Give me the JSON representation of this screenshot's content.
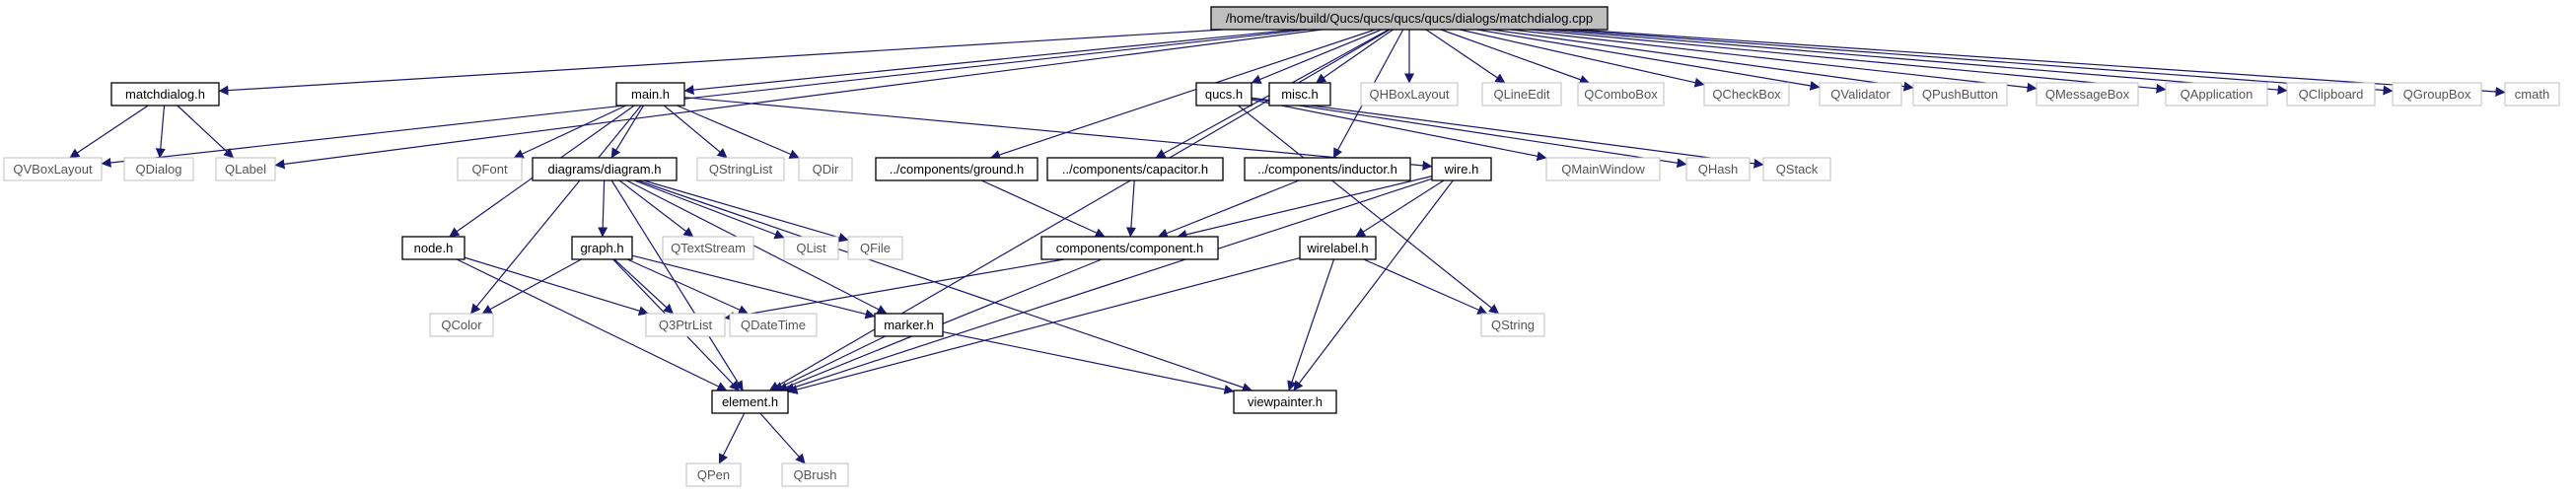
{
  "diagram": {
    "colors": {
      "edge": "#191970",
      "node_border_project": "#000000",
      "node_border_external": "#bfbfbf",
      "node_text_external": "#555555",
      "root_fill": "#bfbfbf",
      "background": "#ffffff"
    },
    "nodes": [
      {
        "id": "root",
        "label": "/home/travis/build/Qucs/qucs/qucs/qucs/dialogs/matchdialog.cpp",
        "kind": "root"
      },
      {
        "id": "matchdialog_h",
        "label": "matchdialog.h",
        "kind": "project"
      },
      {
        "id": "main_h",
        "label": "main.h",
        "kind": "project"
      },
      {
        "id": "qucs_h",
        "label": "qucs.h",
        "kind": "project"
      },
      {
        "id": "misc_h",
        "label": "misc.h",
        "kind": "project"
      },
      {
        "id": "QHBoxLayout",
        "label": "QHBoxLayout",
        "kind": "external"
      },
      {
        "id": "QLineEdit",
        "label": "QLineEdit",
        "kind": "external"
      },
      {
        "id": "QComboBox",
        "label": "QComboBox",
        "kind": "external"
      },
      {
        "id": "QCheckBox",
        "label": "QCheckBox",
        "kind": "external"
      },
      {
        "id": "QValidator",
        "label": "QValidator",
        "kind": "external"
      },
      {
        "id": "QPushButton",
        "label": "QPushButton",
        "kind": "external"
      },
      {
        "id": "QMessageBox",
        "label": "QMessageBox",
        "kind": "external"
      },
      {
        "id": "QApplication",
        "label": "QApplication",
        "kind": "external"
      },
      {
        "id": "QClipboard",
        "label": "QClipboard",
        "kind": "external"
      },
      {
        "id": "QGroupBox",
        "label": "QGroupBox",
        "kind": "external"
      },
      {
        "id": "cmath",
        "label": "cmath",
        "kind": "external"
      },
      {
        "id": "QVBoxLayout",
        "label": "QVBoxLayout",
        "kind": "external"
      },
      {
        "id": "QDialog",
        "label": "QDialog",
        "kind": "external"
      },
      {
        "id": "QLabel",
        "label": "QLabel",
        "kind": "external"
      },
      {
        "id": "QFont",
        "label": "QFont",
        "kind": "external"
      },
      {
        "id": "diagram_h",
        "label": "diagrams/diagram.h",
        "kind": "project"
      },
      {
        "id": "QStringList",
        "label": "QStringList",
        "kind": "external"
      },
      {
        "id": "QDir",
        "label": "QDir",
        "kind": "external"
      },
      {
        "id": "ground_h",
        "label": "../components/ground.h",
        "kind": "project"
      },
      {
        "id": "capacitor_h",
        "label": "../components/capacitor.h",
        "kind": "project"
      },
      {
        "id": "inductor_h",
        "label": "../components/inductor.h",
        "kind": "project"
      },
      {
        "id": "wire_h",
        "label": "wire.h",
        "kind": "project"
      },
      {
        "id": "QMainWindow",
        "label": "QMainWindow",
        "kind": "external"
      },
      {
        "id": "QHash",
        "label": "QHash",
        "kind": "external"
      },
      {
        "id": "QStack",
        "label": "QStack",
        "kind": "external"
      },
      {
        "id": "node_h",
        "label": "node.h",
        "kind": "project"
      },
      {
        "id": "graph_h",
        "label": "graph.h",
        "kind": "project"
      },
      {
        "id": "QTextStream",
        "label": "QTextStream",
        "kind": "external"
      },
      {
        "id": "QList",
        "label": "QList",
        "kind": "external"
      },
      {
        "id": "QFile",
        "label": "QFile",
        "kind": "external"
      },
      {
        "id": "component_h",
        "label": "components/component.h",
        "kind": "project"
      },
      {
        "id": "wirelabel_h",
        "label": "wirelabel.h",
        "kind": "project"
      },
      {
        "id": "QColor",
        "label": "QColor",
        "kind": "external"
      },
      {
        "id": "Q3PtrList",
        "label": "Q3PtrList",
        "kind": "external"
      },
      {
        "id": "QDateTime",
        "label": "QDateTime",
        "kind": "external"
      },
      {
        "id": "marker_h",
        "label": "marker.h",
        "kind": "project"
      },
      {
        "id": "QString",
        "label": "QString",
        "kind": "external"
      },
      {
        "id": "element_h",
        "label": "element.h",
        "kind": "project"
      },
      {
        "id": "viewpainter_h",
        "label": "viewpainter.h",
        "kind": "project"
      },
      {
        "id": "QPen",
        "label": "QPen",
        "kind": "external"
      },
      {
        "id": "QBrush",
        "label": "QBrush",
        "kind": "external"
      }
    ],
    "edges": [
      [
        "root",
        "matchdialog_h"
      ],
      [
        "root",
        "QVBoxLayout"
      ],
      [
        "root",
        "QLabel"
      ],
      [
        "root",
        "main_h"
      ],
      [
        "root",
        "element_h"
      ],
      [
        "root",
        "ground_h"
      ],
      [
        "root",
        "capacitor_h"
      ],
      [
        "root",
        "inductor_h"
      ],
      [
        "root",
        "qucs_h"
      ],
      [
        "root",
        "misc_h"
      ],
      [
        "root",
        "QHBoxLayout"
      ],
      [
        "root",
        "QLineEdit"
      ],
      [
        "root",
        "QComboBox"
      ],
      [
        "root",
        "QCheckBox"
      ],
      [
        "root",
        "QValidator"
      ],
      [
        "root",
        "QPushButton"
      ],
      [
        "root",
        "QMessageBox"
      ],
      [
        "root",
        "QApplication"
      ],
      [
        "root",
        "QClipboard"
      ],
      [
        "root",
        "QGroupBox"
      ],
      [
        "root",
        "cmath"
      ],
      [
        "matchdialog_h",
        "QVBoxLayout"
      ],
      [
        "matchdialog_h",
        "QDialog"
      ],
      [
        "matchdialog_h",
        "QLabel"
      ],
      [
        "main_h",
        "QFont"
      ],
      [
        "main_h",
        "diagram_h"
      ],
      [
        "main_h",
        "QStringList"
      ],
      [
        "main_h",
        "QDir"
      ],
      [
        "main_h",
        "node_h"
      ],
      [
        "main_h",
        "QColor"
      ],
      [
        "main_h",
        "wire_h"
      ],
      [
        "qucs_h",
        "QMainWindow"
      ],
      [
        "qucs_h",
        "QHash"
      ],
      [
        "qucs_h",
        "QStack"
      ],
      [
        "qucs_h",
        "QString"
      ],
      [
        "diagram_h",
        "graph_h"
      ],
      [
        "diagram_h",
        "QTextStream"
      ],
      [
        "diagram_h",
        "QList"
      ],
      [
        "diagram_h",
        "QFile"
      ],
      [
        "diagram_h",
        "marker_h"
      ],
      [
        "diagram_h",
        "element_h"
      ],
      [
        "diagram_h",
        "viewpainter_h"
      ],
      [
        "ground_h",
        "component_h"
      ],
      [
        "capacitor_h",
        "component_h"
      ],
      [
        "inductor_h",
        "component_h"
      ],
      [
        "wire_h",
        "component_h"
      ],
      [
        "wire_h",
        "wirelabel_h"
      ],
      [
        "wire_h",
        "element_h"
      ],
      [
        "wire_h",
        "viewpainter_h"
      ],
      [
        "node_h",
        "Q3PtrList"
      ],
      [
        "node_h",
        "element_h"
      ],
      [
        "graph_h",
        "QColor"
      ],
      [
        "graph_h",
        "Q3PtrList"
      ],
      [
        "graph_h",
        "QDateTime"
      ],
      [
        "graph_h",
        "marker_h"
      ],
      [
        "graph_h",
        "element_h"
      ],
      [
        "component_h",
        "Q3PtrList"
      ],
      [
        "component_h",
        "element_h"
      ],
      [
        "wirelabel_h",
        "QString"
      ],
      [
        "wirelabel_h",
        "element_h"
      ],
      [
        "wirelabel_h",
        "viewpainter_h"
      ],
      [
        "marker_h",
        "element_h"
      ],
      [
        "marker_h",
        "viewpainter_h"
      ],
      [
        "element_h",
        "QPen"
      ],
      [
        "element_h",
        "QBrush"
      ]
    ]
  }
}
